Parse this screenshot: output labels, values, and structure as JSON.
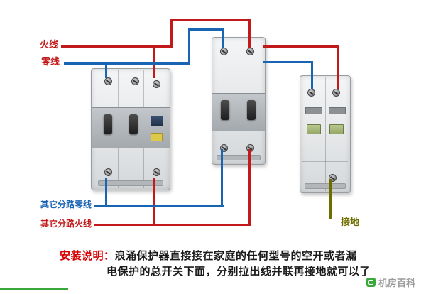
{
  "labels": {
    "live": "火线",
    "neutral": "零线",
    "branch_neutral": "其它分路零线",
    "branch_live": "其它分路火线",
    "ground": "接地"
  },
  "note": {
    "heading": "安装说明：",
    "line1": "浪涌保护器直接接在家庭的任何型号的空开或者漏",
    "line2": "电保护的总开关下面，分别拉出线并联再接地就可以了"
  },
  "watermark": {
    "text": "机房百科",
    "icon": "green-book-icon"
  },
  "colors": {
    "live": "#c21a1a",
    "neutral": "#1a64b4",
    "ground": "#6e6e00",
    "green": "#3aa93c",
    "note_heading": "#d40000",
    "watermark": "#9b9b9b"
  }
}
